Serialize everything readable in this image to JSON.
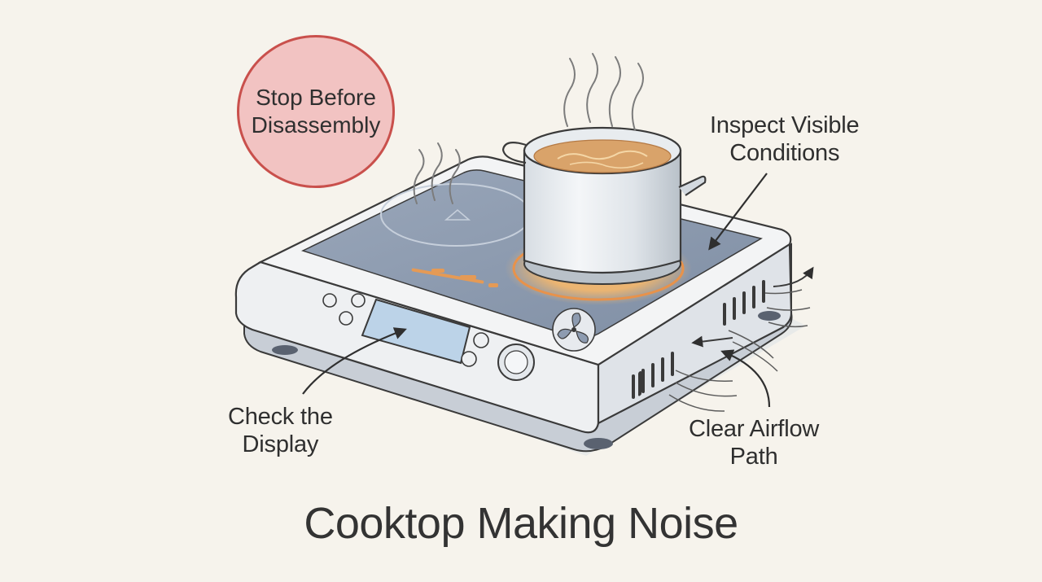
{
  "title": "Cooktop Making Noise",
  "badge": {
    "line1": "Stop Before",
    "line2": "Disassembly"
  },
  "callouts": {
    "inspect": {
      "line1": "Inspect Visible",
      "line2": "Conditions"
    },
    "display": {
      "line1": "Check the",
      "line2": "Display"
    },
    "airflow": {
      "line1": "Clear Airflow",
      "line2": "Path"
    }
  },
  "colors": {
    "background": "#f6f3ec",
    "badge_fill": "#f2c3c2",
    "badge_stroke": "#c9504c",
    "glow": "#f0a050",
    "glass": "#8d9bb0",
    "ink": "#3a3a3a"
  }
}
